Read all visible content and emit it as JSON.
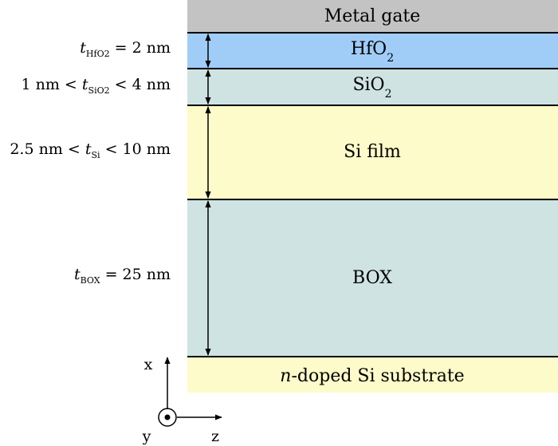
{
  "layers": {
    "metal_gate": {
      "label": "Metal gate",
      "color": "#c3c3c3"
    },
    "hfo2": {
      "label_main": "HfO",
      "label_sub": "2",
      "color": "#9fcdf8"
    },
    "sio2": {
      "label_main": "SiO",
      "label_sub": "2",
      "color": "#cfe4e2"
    },
    "si_film": {
      "label": "Si film",
      "color": "#fdfbc9"
    },
    "box": {
      "label": "BOX",
      "color": "#cfe4e2"
    },
    "substrate": {
      "label_italic": "n",
      "label_rest": "-doped Si substrate",
      "color": "#fdfbc9"
    }
  },
  "dimensions": {
    "hfo2": {
      "t": "t",
      "sub": "HfO2",
      "rest": " = 2 nm"
    },
    "sio2": {
      "pre": "1 nm < ",
      "t": "t",
      "sub": "SiO2",
      "rest": " <  4 nm"
    },
    "si": {
      "pre": "2.5 nm < ",
      "t": "t",
      "sub": "Si",
      "rest": " <  10 nm"
    },
    "box": {
      "t": "t",
      "sub": "BOX",
      "rest": " = 25 nm"
    }
  },
  "axes": {
    "x": "x",
    "y": "y",
    "z": "z"
  }
}
